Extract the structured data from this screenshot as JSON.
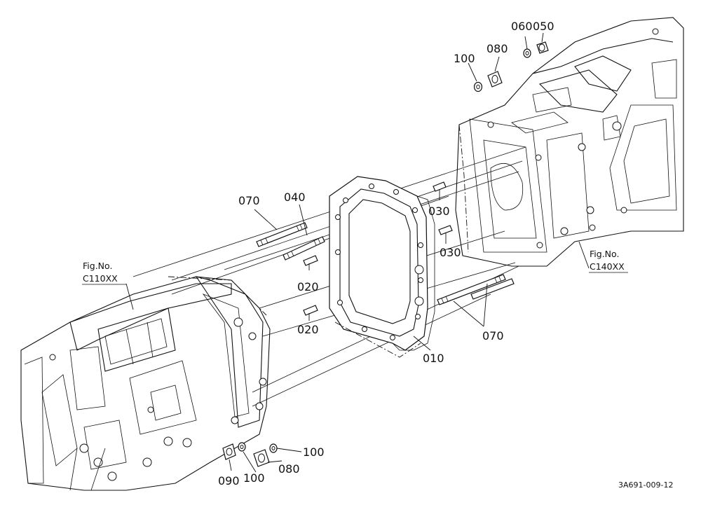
{
  "drawing_code": "3A691-009-12",
  "fig_refs": {
    "left": {
      "title": "Fig.No.",
      "number": "C110XX"
    },
    "right": {
      "title": "Fig.No.",
      "number": "C140XX"
    }
  },
  "callouts": {
    "p010": "010",
    "p020a": "020",
    "p020b": "020",
    "p030a": "030",
    "p030b": "030",
    "p040": "040",
    "p050": "050",
    "p060": "060",
    "p070a": "070",
    "p070b": "070",
    "p080a": "080",
    "p080b": "080",
    "p090": "090",
    "p100a": "100",
    "p100b": "100",
    "p100c": "100"
  }
}
